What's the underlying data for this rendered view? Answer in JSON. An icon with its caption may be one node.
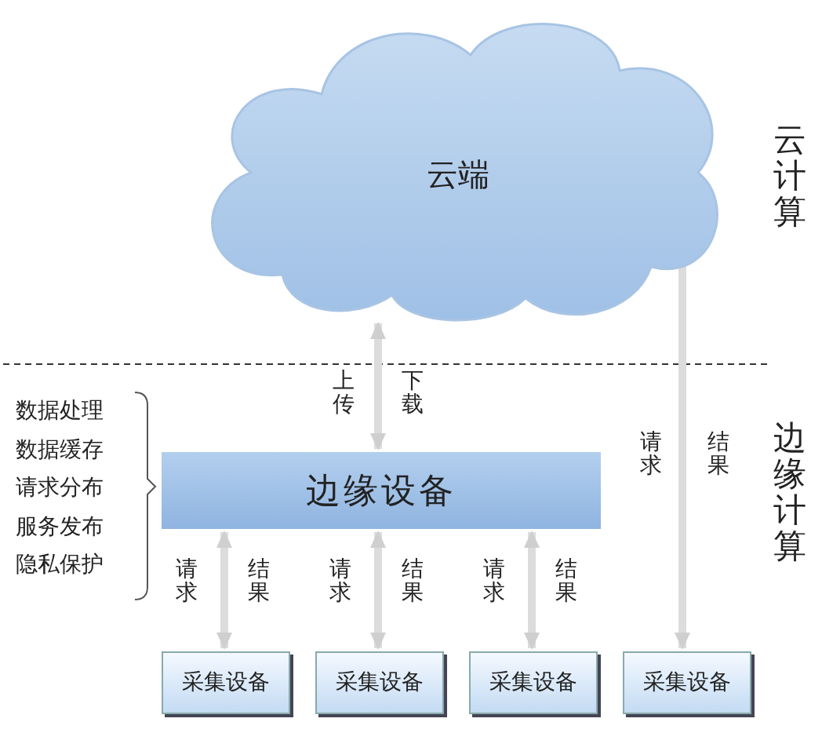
{
  "diagram": {
    "nodes": [
      {
        "text": [
          "云端"
        ]
      },
      {
        "text": [
          "边缘设备"
        ],
        "beside": [
          "数据处理",
          "数据缓存",
          "请求分布",
          "服务发布",
          "隐私保护"
        ]
      },
      {
        "text": [
          "采集设备"
        ]
      },
      {
        "text": [
          "采集设备"
        ]
      },
      {
        "text": [
          "采集设备"
        ]
      },
      {
        "text": [
          "采集设备"
        ]
      }
    ],
    "edges": [
      {
        "from": 0,
        "to": 1,
        "arrow": "both",
        "label": "上传"
      },
      {
        "from": 1,
        "to": 2,
        "arrow": "both",
        "label": "请求"
      },
      {
        "from": 1,
        "to": 3,
        "arrow": "both",
        "label": "请求"
      },
      {
        "from": 1,
        "to": 4,
        "arrow": "both",
        "label": "请求"
      },
      {
        "from": 0,
        "to": 5,
        "arrow": "both",
        "label": "请求"
      }
    ],
    "labels": [
      "云计算",
      "下载",
      "边缘计算",
      "结果",
      "结果",
      "结果",
      "结果"
    ]
  }
}
